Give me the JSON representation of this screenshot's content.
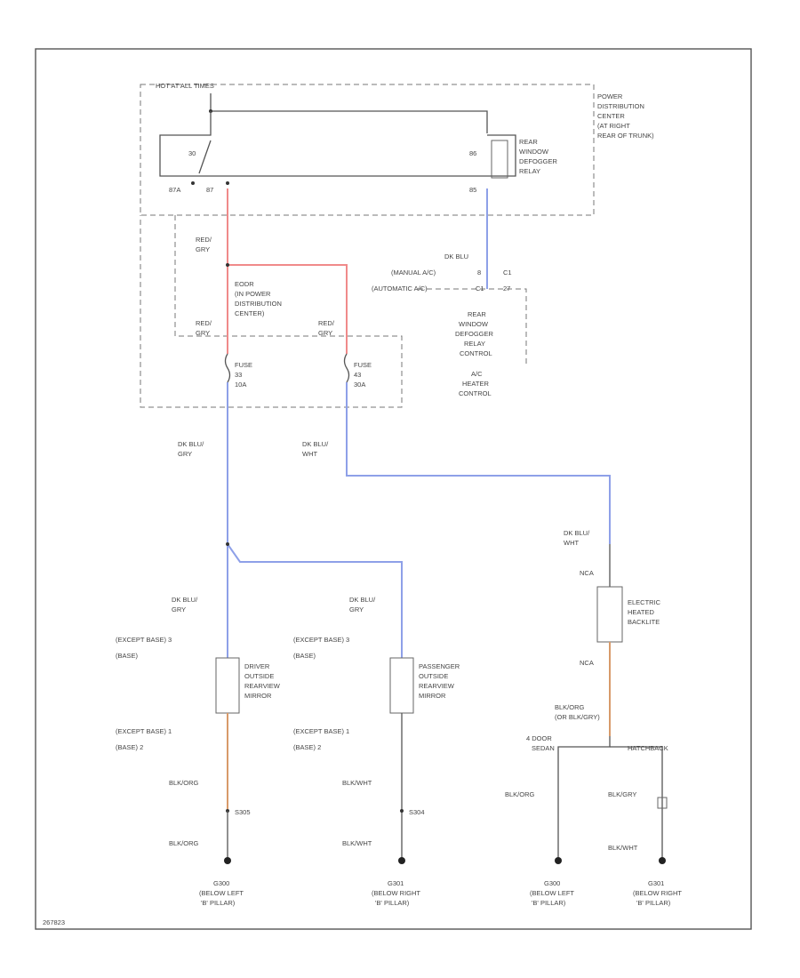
{
  "hot_label": "HOT AT ALL TIMES",
  "pdc_label": [
    "POWER",
    "DISTRIBUTION",
    "CENTER",
    "(AT RIGHT",
    "REAR OF TRUNK)"
  ],
  "relay_label": [
    "REAR",
    "WINDOW",
    "DEFOGGER",
    "RELAY"
  ],
  "pin_30": "30",
  "pin_87a": "87A",
  "pin_87": "87",
  "pin_86": "86",
  "pin_85": "85",
  "wire_red_gry_1": [
    "RED/",
    "GRY"
  ],
  "eodr_label": [
    "EODR",
    "(IN POWER",
    "DISTRIBUTION",
    "CENTER)"
  ],
  "wire_red_gry_2": [
    "RED/",
    "GRY"
  ],
  "wire_red_gry_3": [
    "RED/",
    "GRY"
  ],
  "fuse_left": [
    "FUSE",
    "33",
    "10A"
  ],
  "fuse_right": [
    "FUSE",
    "43",
    "30A"
  ],
  "wire_dk_blu_top": "DK BLU",
  "manual_ac": "(MANUAL A/C)",
  "manual_ac_pin": "8",
  "auto_ac": "(AUTOMATIC A/C)",
  "auto_ac_pin": "C1",
  "auto_ac_pin2": "C1",
  "auto_ac_pin_num": "27",
  "control_label": [
    "REAR",
    "WINDOW",
    "DEFOGGER",
    "RELAY",
    "CONTROL"
  ],
  "ac_heater_label": [
    "A/C",
    "HEATER",
    "CONTROL"
  ],
  "wire_dkblu_gry_left": [
    "DK BLU/",
    "GRY"
  ],
  "wire_dkblu_wht_mid": [
    "DK BLU/",
    "WHT"
  ],
  "wire_dkblu_wht_right": [
    "DK BLU/",
    "WHT"
  ],
  "nca_top": "NCA",
  "nca_bottom": "NCA",
  "backlite_label": [
    "ELECTRIC",
    "HEATED",
    "BACKLITE"
  ],
  "driver_wire_top": [
    "DK BLU/",
    "GRY"
  ],
  "pass_wire_top": [
    "DK BLU/",
    "GRY"
  ],
  "except_base_3": "(EXCEPT BASE)  3",
  "base_label": "(BASE)",
  "except_base_1": "(EXCEPT BASE)  1",
  "base_2": "(BASE)  2",
  "driver_mirror": [
    "DRIVER",
    "OUTSIDE",
    "REARVIEW",
    "MIRROR"
  ],
  "pass_mirror": [
    "PASSENGER",
    "OUTSIDE",
    "REARVIEW",
    "MIRROR"
  ],
  "wire_blk_org": "BLK/ORG",
  "wire_blk_wht": "BLK/WHT",
  "splice_left": "S305",
  "splice_mid": "S304",
  "wire_blk_org_2": "BLK/ORG",
  "wire_blk_wht_2": "BLK/WHT",
  "backlite_gnd_wire": [
    "BLK/ORG",
    "(OR BLK/GRY)"
  ],
  "sedan_label": [
    "4 DOOR",
    "SEDAN"
  ],
  "hatchback_label": "HATCHBACK",
  "wire_blk_org_3": "BLK/ORG",
  "wire_blk_gry": "BLK/GRY",
  "wire_blk_wht_3": "BLK/WHT",
  "gnd1": [
    "G300",
    "(BELOW LEFT",
    "'B' PILLAR)"
  ],
  "gnd2": [
    "G301",
    "(BELOW RIGHT",
    "'B' PILLAR)"
  ],
  "gnd3": [
    "G300",
    "(BELOW LEFT",
    "'B' PILLAR)"
  ],
  "gnd4": [
    "G301",
    "(BELOW RIGHT",
    "'B' PILLAR)"
  ],
  "diagram_id": "267823"
}
